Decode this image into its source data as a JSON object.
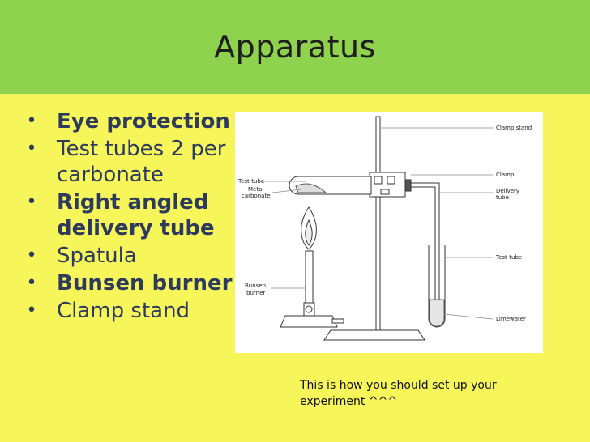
{
  "title": "Apparatus",
  "bullets": [
    {
      "text": "Eye protection",
      "bold": true
    },
    {
      "text": "Test tubes 2 per carbonate",
      "bold": false
    },
    {
      "text": "Right angled delivery tube",
      "bold": true
    },
    {
      "text": "Spatula",
      "bold": false
    },
    {
      "text": "Bunsen burner",
      "bold": true
    },
    {
      "text": "Clamp stand",
      "bold": false
    }
  ],
  "diagram": {
    "labels": {
      "clamp_stand": "Clamp stand",
      "clamp": "Clamp",
      "delivery_tube_1": "Delivery",
      "delivery_tube_2": "tube",
      "test_tube_left": "Test-tube",
      "metal_carbonate_1": "Metal",
      "metal_carbonate_2": "carbonate",
      "bunsen_burner_1": "Bunsen",
      "bunsen_burner_2": "burner",
      "test_tube_right": "Test-tube",
      "limewater": "Limewater"
    }
  },
  "caption": {
    "line1": "This is how you should set up your",
    "line2": "experiment ^^^"
  },
  "colors": {
    "header_bg": "#8fd24e",
    "slide_bg": "#f6f55a",
    "bullet_text": "#2d3a5e"
  }
}
